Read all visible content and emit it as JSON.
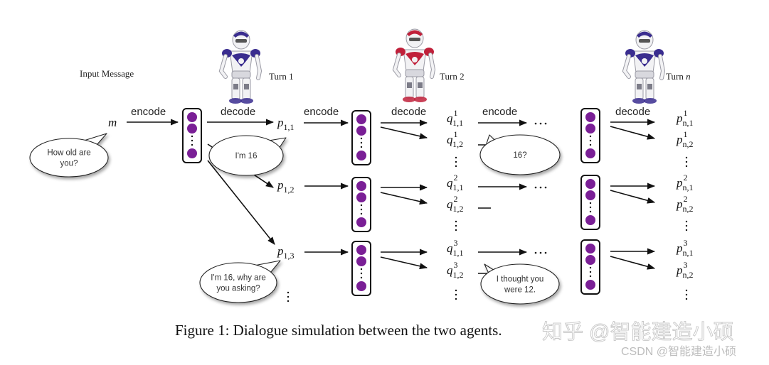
{
  "figure": {
    "input_label": "Input Message",
    "caption": "Figure 1: Dialogue simulation between the two agents.",
    "colors": {
      "neuron": "#7a1f96",
      "agent1": "#3a2d8f",
      "agent2": "#c0203a",
      "line": "#111111"
    },
    "edge_labels": {
      "encode": "encode",
      "decode": "decode"
    },
    "turns": [
      {
        "label": "Turn 1",
        "agent": "agent1"
      },
      {
        "label": "Turn 2",
        "agent": "agent2"
      },
      {
        "label": "Turn n",
        "agent": "agent1"
      }
    ],
    "message_var": "m",
    "dots": "···",
    "vdots": "⋮",
    "turn1_outputs": [
      {
        "base": "p",
        "sub": "1,1"
      },
      {
        "base": "p",
        "sub": "1,2"
      },
      {
        "base": "p",
        "sub": "1,3"
      }
    ],
    "turn2_outputs": [
      {
        "base": "q",
        "sup": "1",
        "sub": "1,1"
      },
      {
        "base": "q",
        "sup": "1",
        "sub": "1,2"
      },
      {
        "base": "q",
        "sup": "2",
        "sub": "1,1"
      },
      {
        "base": "q",
        "sup": "2",
        "sub": "1,2"
      },
      {
        "base": "q",
        "sup": "3",
        "sub": "1,1"
      },
      {
        "base": "q",
        "sup": "3",
        "sub": "1,2"
      }
    ],
    "turnn_outputs": [
      {
        "base": "p",
        "sup": "1",
        "sub": "n,1"
      },
      {
        "base": "p",
        "sup": "1",
        "sub": "n,2"
      },
      {
        "base": "p",
        "sup": "2",
        "sub": "n,1"
      },
      {
        "base": "p",
        "sup": "2",
        "sub": "n,2"
      },
      {
        "base": "p",
        "sup": "3",
        "sub": "n,1"
      },
      {
        "base": "p",
        "sup": "3",
        "sub": "n,2"
      }
    ],
    "bubbles": [
      {
        "id": "input",
        "lines": [
          "How old are",
          "you?"
        ]
      },
      {
        "id": "p11",
        "lines": [
          "I'm 16"
        ]
      },
      {
        "id": "p13",
        "lines": [
          "I'm 16, why are",
          "you asking?"
        ]
      },
      {
        "id": "q11",
        "lines": [
          "16?"
        ]
      },
      {
        "id": "q31",
        "lines": [
          "I thought you",
          "were 12."
        ]
      }
    ]
  },
  "watermark": {
    "zhihu": "知乎 @智能建造小硕",
    "csdn": "CSDN @智能建造小硕"
  }
}
